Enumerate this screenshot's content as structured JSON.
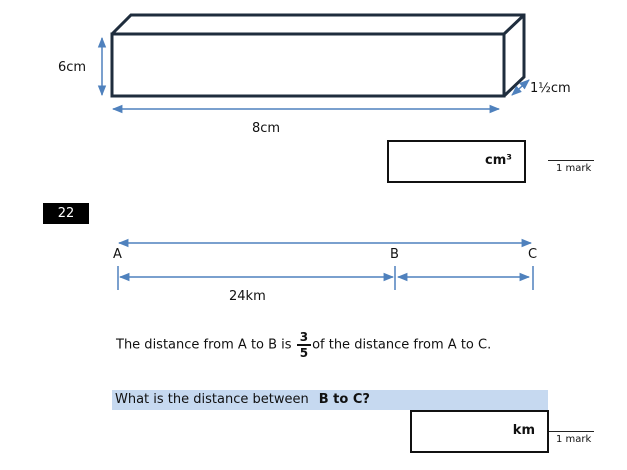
{
  "cuboid": {
    "height_label": "6cm",
    "length_label": "8cm",
    "depth_label": "1½cm",
    "answer_unit": "cm³",
    "mark_label": "1 mark"
  },
  "question": {
    "number": "22",
    "points": {
      "a": "A",
      "b": "B",
      "c": "C"
    },
    "ab_distance_label": "24km",
    "statement_before": "The distance from A to B is",
    "fraction": {
      "numerator": "3",
      "denominator": "5"
    },
    "statement_after": "of the distance from A to C.",
    "prompt_plain": "What is the distance between",
    "prompt_bold": "B to C?",
    "answer_unit": "km",
    "mark_label": "1 mark"
  },
  "colors": {
    "outline": "#1f2d3d",
    "arrow": "#4f81bd",
    "highlight": "#c6d9f0",
    "qnum_bg": "#000000"
  }
}
